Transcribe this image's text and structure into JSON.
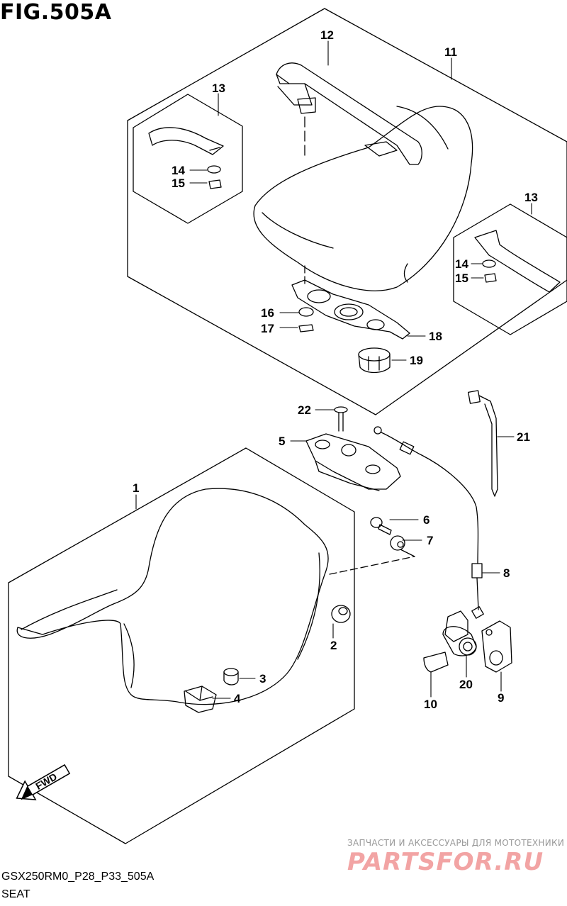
{
  "figure": {
    "title": "FIG.505A",
    "code": "GSX250RM0_P28_P33_505A",
    "section": "SEAT"
  },
  "fwd_arrow": {
    "label": "FWD"
  },
  "callouts": {
    "c1": "1",
    "c2": "2",
    "c3": "3",
    "c4": "4",
    "c5": "5",
    "c6": "6",
    "c7": "7",
    "c8": "8",
    "c9": "9",
    "c10": "10",
    "c11": "11",
    "c12": "12",
    "c13a": "13",
    "c13b": "13",
    "c14a": "14",
    "c14b": "14",
    "c15a": "15",
    "c15b": "15",
    "c16": "16",
    "c17": "17",
    "c18": "18",
    "c19": "19",
    "c20": "20",
    "c21": "21",
    "c22": "22"
  },
  "watermark": {
    "tagline": "ЗАПЧАСТИ И АКСЕССУАРЫ ДЛЯ МОТОТЕХНИКИ",
    "brand": "PARTSFOR.RU"
  }
}
